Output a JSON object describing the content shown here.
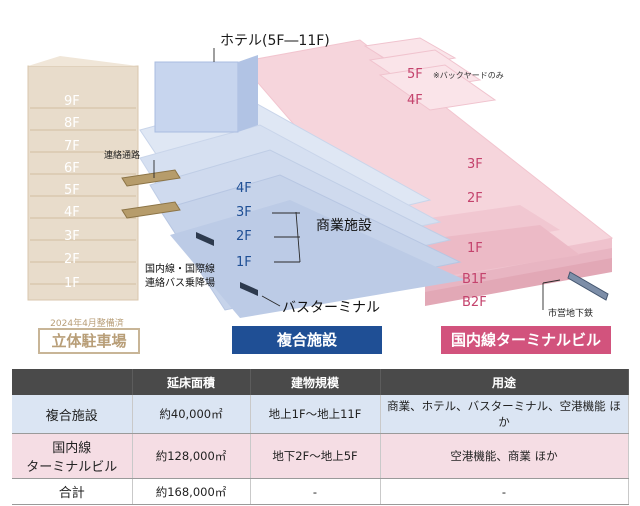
{
  "hotel_label": "ホテル(5F―11F)",
  "backyard_note": "※バックヤードのみ",
  "parking": {
    "date_note": "2024年4月整備済",
    "caption": "立体駐車場",
    "floors": [
      "9F",
      "8F",
      "7F",
      "6F",
      "5F",
      "4F",
      "3F",
      "2F",
      "1F"
    ]
  },
  "complex": {
    "caption": "複合施設",
    "floors": [
      "4F",
      "3F",
      "2F",
      "1F"
    ],
    "commercial_label": "商業施設",
    "bus_terminal_label": "バスターミナル"
  },
  "terminal": {
    "caption": "国内線ターミナルビル",
    "floors": [
      "5F",
      "4F",
      "3F",
      "2F",
      "1F",
      "B1F",
      "B2F"
    ]
  },
  "connector_label": "連絡通路",
  "bus_stop_label": [
    "国内線・国際線",
    "連絡バス乗降場"
  ],
  "subway_label": "市営地下鉄",
  "colors": {
    "parking": "#e8dccb",
    "complex": "#cfdaee",
    "terminal": "#f6d5dc",
    "complex_caption": "#1f4f95",
    "terminal_caption": "#d2537d",
    "table_header": "#4a4a4a"
  },
  "table": {
    "headers": [
      "",
      "延床面積",
      "建物規模",
      "用途"
    ],
    "rows": [
      {
        "name": "複合施設",
        "area": "約40,000㎡",
        "scale": "地上1F～地上11F",
        "use": "商業、ホテル、バスターミナル、空港機能 ほか"
      },
      {
        "name_line1": "国内線",
        "name_line2": "ターミナルビル",
        "area": "約128,000㎡",
        "scale": "地下2F～地上5F",
        "use": "空港機能、商業 ほか"
      },
      {
        "name": "合計",
        "area": "約168,000㎡",
        "scale": "-",
        "use": "-"
      }
    ]
  }
}
